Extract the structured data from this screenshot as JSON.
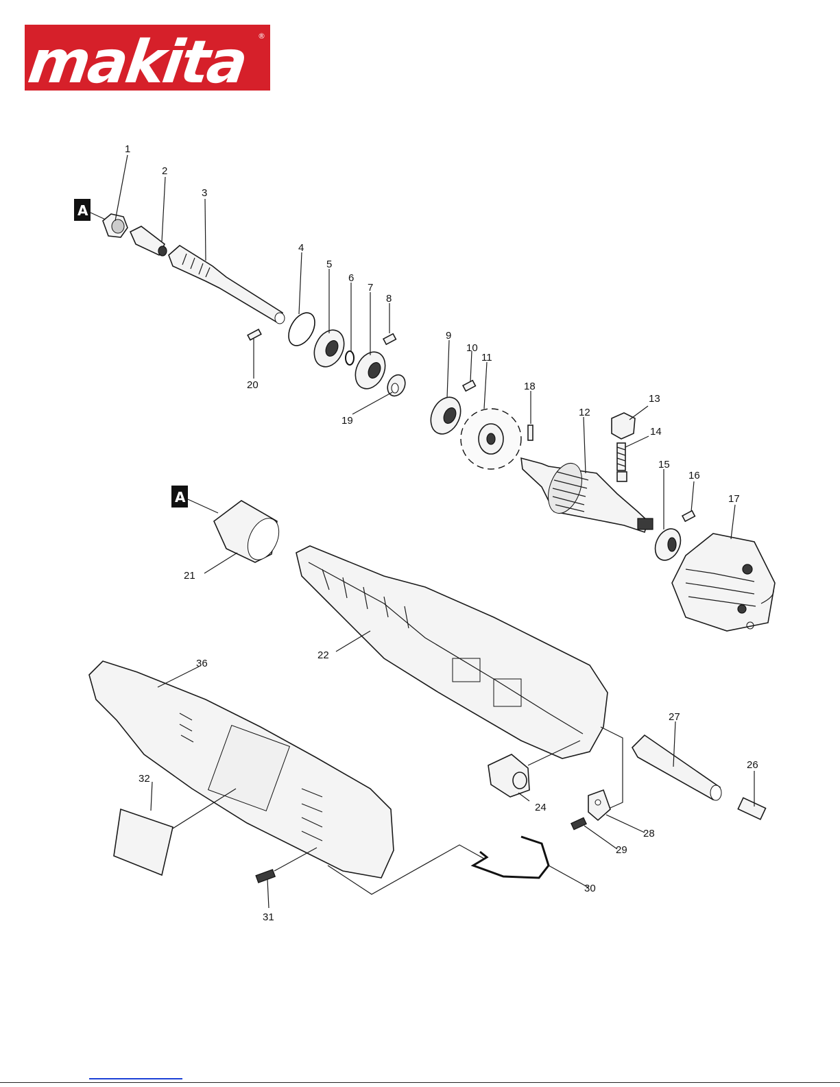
{
  "brand": {
    "logo_text": "makita",
    "registered_mark": "®",
    "logo_color": "#d6202a"
  },
  "markers": [
    "A",
    "A"
  ],
  "part_numbers": [
    "1",
    "2",
    "3",
    "4",
    "5",
    "6",
    "7",
    "8",
    "9",
    "10",
    "11",
    "12",
    "13",
    "14",
    "15",
    "16",
    "17",
    "18",
    "19",
    "20",
    "21",
    "22",
    "24",
    "26",
    "27",
    "28",
    "29",
    "30",
    "31",
    "32",
    "36"
  ]
}
